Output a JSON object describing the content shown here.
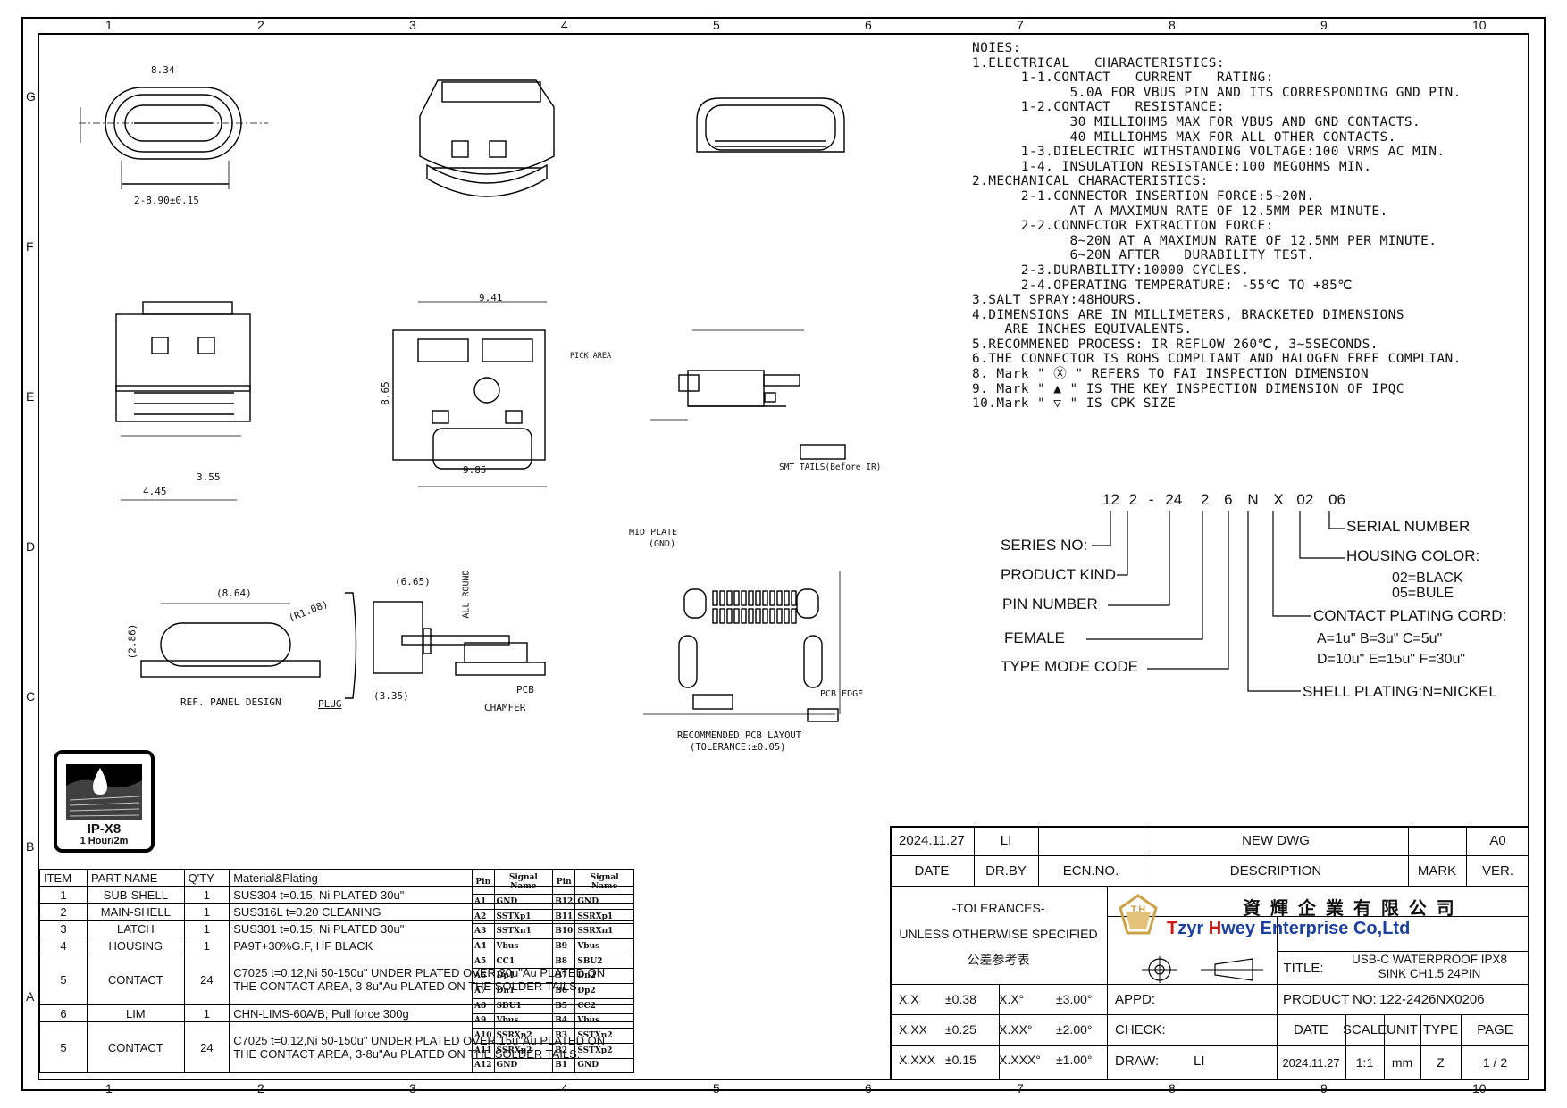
{
  "zones": {
    "cols": [
      "1",
      "2",
      "3",
      "4",
      "5",
      "6",
      "7",
      "8",
      "9",
      "10"
    ],
    "rows": [
      "G",
      "F",
      "E",
      "D",
      "C",
      "B",
      "A"
    ]
  },
  "notes": [
    "NOIES:",
    "1.ELECTRICAL   CHARACTERISTICS:",
    "      1-1.CONTACT   CURRENT   RATING:",
    "            5.0A FOR VBUS PIN AND ITS CORRESPONDING GND PIN.",
    "      1-2.CONTACT   RESISTANCE:",
    "            30 MILLIOHMS MAX FOR VBUS AND GND CONTACTS.",
    "            40 MILLIOHMS MAX FOR ALL OTHER CONTACTS.",
    "      1-3.DIELECTRIC WITHSTANDING VOLTAGE:100 VRMS AC MIN.",
    "      1-4. INSULATION RESISTANCE:100 MEGOHMS MIN.",
    "2.MECHANICAL CHARACTERISTICS:",
    "      2-1.CONNECTOR INSERTION FORCE:5~20N.",
    "            AT A MAXIMUN RATE OF 12.5MM PER MINUTE.",
    "      2-2.CONNECTOR EXTRACTION FORCE:",
    "            8~20N AT A MAXIMUN RATE OF 12.5MM PER MINUTE.",
    "            6~20N AFTER   DURABILITY TEST.",
    "      2-3.DURABILITY:10000 CYCLES.",
    "      2-4.OPERATING TEMPERATURE: -55℃ TO +85℃",
    "3.SALT SPRAY:48HOURS.",
    "4.DIMENSIONS ARE IN MILLIMETERS, BRACKETED DIMENSIONS",
    "    ARE INCHES EQUIVALENTS.",
    "5.RECOMMENED PROCESS: IR REFLOW 260℃, 3~5SECONDS.",
    "6.THE CONNECTOR IS ROHS COMPLIANT AND HALOGEN FREE COMPLIAN.",
    "8. Mark \" Ⓧ \" REFERS TO FAI INSPECTION DIMENSION",
    "9. Mark \" ▲ \" IS THE KEY INSPECTION DIMENSION OF IPQC",
    "10.Mark \" ▽ \" IS CPK SIZE"
  ],
  "part_code": {
    "segments": [
      "12",
      "2",
      "-",
      "24",
      "2",
      "6",
      "N",
      "X",
      "02",
      "06"
    ],
    "labels": {
      "series": "SERIES NO:",
      "product_kind": "PRODUCT KIND",
      "pin_number": "PIN NUMBER",
      "female": "FEMALE",
      "type_mode": "TYPE MODE CODE",
      "serial": "SERIAL NUMBER",
      "housing_color": "HOUSING COLOR:",
      "black": "02=BLACK",
      "blue": "05=BULE",
      "contact_plating": "CONTACT PLATING CORD:",
      "plating_line1": "A=1u\"  B=3u\"  C=5u\"",
      "plating_line2": "D=10u\" E=15u\" F=30u\"",
      "shell_plating": "SHELL PLATING:N=NICKEL"
    }
  },
  "drawing_labels": {
    "panel": "REF. PANEL DESIGN",
    "plug": "PLUG",
    "chamfer": "CHAMFER",
    "pcb": "PCB",
    "all_round": "ALL ROUND",
    "pcb_layout": "RECOMMENDED PCB LAYOUT",
    "tolerance_small": "(TOLERANCE:±0.05)",
    "smt_tails": "SMT TAILS(Before IR)",
    "pick_area": "PICK AREA",
    "mid_plate": "MID PLATE",
    "gnd": "(GND)",
    "pcb_edge": "PCB EDGE",
    "dim_834": "8.34",
    "dim_941": "9.41",
    "dim_985": "9.85",
    "dim_865": "8.65",
    "dim_864": "(8.64)",
    "dim_665": "(6.65)",
    "dim_335": "(3.35)",
    "dim_286": "(2.86)",
    "dim_r108": "(R1.08)",
    "dim_890": "2-8.90±0.15",
    "dim_445": "4.45",
    "dim_355": "3.55"
  },
  "ipx8": {
    "title": "IP-X8",
    "subtitle": "1 Hour/2m"
  },
  "parts_table": {
    "headers": [
      "ITEM",
      "PART NAME",
      "Q'TY",
      "Material&Plating"
    ],
    "rows": [
      [
        "1",
        "SUB-SHELL",
        "1",
        "SUS304 t=0.15, Ni PLATED 30u\""
      ],
      [
        "2",
        "MAIN-SHELL",
        "1",
        "SUS316L t=0.20 CLEANING"
      ],
      [
        "3",
        "LATCH",
        "1",
        "SUS301 t=0.15, Ni PLATED 30u\""
      ],
      [
        "4",
        "HOUSING",
        "1",
        "PA9T+30%G.F, HF BLACK"
      ],
      [
        "5",
        "CONTACT",
        "24",
        "C7025 t=0.12,Ni 50-150u\" UNDER PLATED OVER.30u\"Au PLATED ON THE CONTACT AREA, 3-8u\"Au PLATED ON THE SOLDER TAILS."
      ],
      [
        "6",
        "LIM",
        "1",
        "CHN-LIMS-60A/B; Pull  force 300g"
      ],
      [
        "5",
        "CONTACT",
        "24",
        "C7025 t=0.12,Ni 50-150u\" UNDER PLATED OVER.15u\"Au PLATED ON THE CONTACT AREA, 3-8u\"Au PLATED ON THE SOLDER TAILS."
      ]
    ]
  },
  "pin_table": {
    "headers": [
      "Pin",
      "Signal Name",
      "Pin",
      "Signal Name"
    ],
    "rows": [
      [
        "A1",
        "GND",
        "B12",
        "GND"
      ],
      [
        "A2",
        "SSTXp1",
        "B11",
        "SSRXp1"
      ],
      [
        "A3",
        "SSTXn1",
        "B10",
        "SSRXn1"
      ],
      [
        "A4",
        "Vbus",
        "B9",
        "Vbus"
      ],
      [
        "A5",
        "CC1",
        "B8",
        "SBU2"
      ],
      [
        "A6",
        "Dp1",
        "B7",
        "Dn2"
      ],
      [
        "A7",
        "Dn1",
        "B6",
        "Dp2"
      ],
      [
        "A8",
        "SBU1",
        "B5",
        "CC2"
      ],
      [
        "A9",
        "Vbus",
        "B4",
        "Vbus"
      ],
      [
        "A10",
        "SSRXn2",
        "B3",
        "SSTXn2"
      ],
      [
        "A11",
        "SSRXp2",
        "B2",
        "SSTXp2"
      ],
      [
        "A12",
        "GND",
        "B1",
        "GND"
      ]
    ]
  },
  "title_block": {
    "rev_date": "2024.11.27",
    "rev_by": "LI",
    "rev_desc": "NEW DWG",
    "rev_ver": "A0",
    "h_date": "DATE",
    "h_drby": "DR.BY",
    "h_ecn": "ECN.NO.",
    "h_desc": "DESCRIPTION",
    "h_mark": "MARK",
    "h_ver": "VER.",
    "tol_title": "-TOLERANCES-",
    "tol_sub": "UNLESS OTHERWISE SPECIFIED",
    "tol_cn": "公差参考表",
    "company_cn": "資 輝 企 業 有 限 公 司",
    "company_en_1": "T",
    "company_en_2": "zyr ",
    "company_en_3": "H",
    "company_en_4": "wey Enterprise Co,Ltd",
    "logo_text": "T.H",
    "title_label": "TITLE:",
    "title_value_1": "USB-C WATERPROOF IPX8",
    "title_value_2": "SINK CH1.5 24PIN",
    "product_label": "PRODUCT NO:",
    "product_value": "122-2426NX0206",
    "tol_rows": [
      [
        "X.X",
        "±0.38",
        "X.X°",
        "±3.00°"
      ],
      [
        "X.XX",
        "±0.25",
        "X.XX°",
        "±2.00°"
      ],
      [
        "X.XXX",
        "±0.15",
        "X.XXX°",
        "±1.00°"
      ]
    ],
    "appd": "APPD:",
    "check": "CHECK:",
    "draw": "DRAW:",
    "draw_by": "LI",
    "f_date": "DATE",
    "f_scale": "SCALE",
    "f_unit": "UNIT",
    "f_type": "TYPE",
    "f_page": "PAGE",
    "v_date": "2024.11.27",
    "v_scale": "1:1",
    "v_unit": "mm",
    "v_type": "Z",
    "v_page": "1 / 2"
  },
  "colors": {
    "logo_gold": "#c9a24a",
    "red": "#d01515",
    "blue": "#1d3fa0"
  }
}
